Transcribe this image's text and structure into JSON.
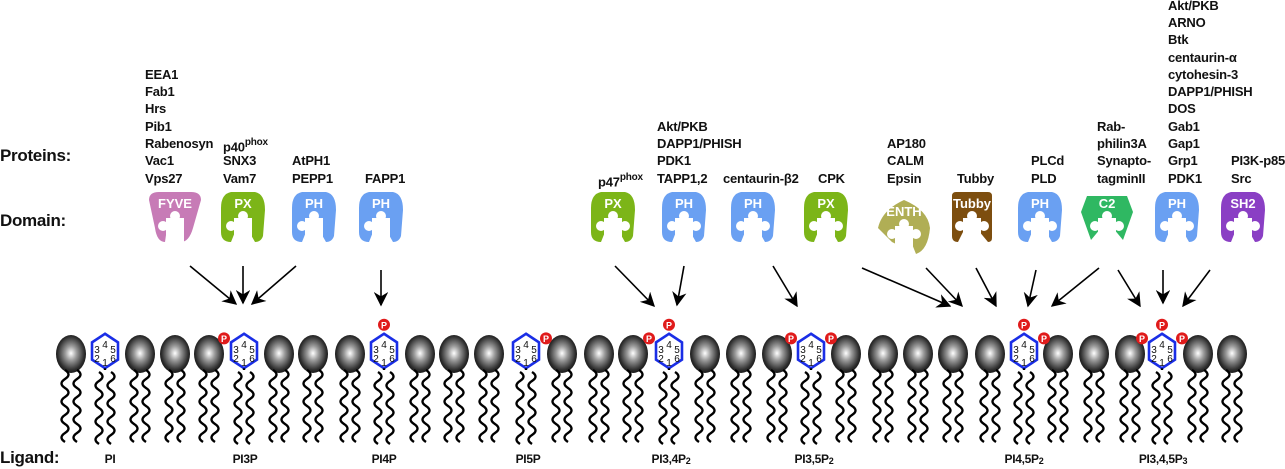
{
  "labels": {
    "proteins": "Proteins:",
    "domain": "Domain:",
    "ligand": "Ligand:"
  },
  "colors": {
    "FYVE": "#c77bb6",
    "PX": "#7cb518",
    "PH": "#6aa0f2",
    "ENTH": "#b0ae55",
    "Tubby": "#7d4e0f",
    "C2": "#2fb862",
    "SH2": "#8a3fc4",
    "ring": "#1a2ee6",
    "phosphate": "#e01b1b"
  },
  "domains": [
    {
      "id": "fyve",
      "label": "FYVE",
      "type": "FYVE",
      "proteins": [
        "EEA1",
        "Fab1",
        "Hrs",
        "Pib1",
        "Rabenosyn",
        "Vac1",
        "Vps27"
      ],
      "targets": [
        "PI3P"
      ]
    },
    {
      "id": "px1",
      "label": "PX",
      "type": "PX",
      "proteins": [
        "p40|phox",
        "SNX3",
        "Vam7"
      ],
      "targets": [
        "PI3P"
      ]
    },
    {
      "id": "ph1",
      "label": "PH",
      "type": "PH",
      "proteins": [
        "AtPH1",
        "PEPP1"
      ],
      "targets": [
        "PI3P"
      ]
    },
    {
      "id": "ph2",
      "label": "PH",
      "type": "PH",
      "proteins": [
        "FAPP1"
      ],
      "targets": [
        "PI4P"
      ]
    },
    {
      "id": "px2",
      "label": "PX",
      "type": "PX",
      "proteins": [
        "p47|phox"
      ],
      "targets": [
        "PI3,4P2"
      ]
    },
    {
      "id": "ph3",
      "label": "PH",
      "type": "PH",
      "proteins": [
        "Akt/PKB",
        "DAPP1/PHISH",
        "PDK1",
        "TAPP1,2"
      ],
      "targets": [
        "PI3,4P2"
      ]
    },
    {
      "id": "ph4",
      "label": "PH",
      "type": "PH",
      "proteins": [
        "centaurin-β2"
      ],
      "targets": [
        "PI3,5P2"
      ]
    },
    {
      "id": "px3",
      "label": "PX",
      "type": "PX",
      "proteins": [
        "CPK"
      ],
      "targets": [
        "PI4,5P2"
      ]
    },
    {
      "id": "enth",
      "label": "ENTH",
      "type": "ENTH",
      "proteins": [
        "AP180",
        "CALM",
        "Epsin"
      ],
      "targets": [
        "PI4,5P2"
      ]
    },
    {
      "id": "tubby",
      "label": "Tubby",
      "type": "Tubby",
      "proteins": [
        "Tubby"
      ],
      "targets": [
        "PI4,5P2"
      ]
    },
    {
      "id": "ph5",
      "label": "PH",
      "type": "PH",
      "proteins": [
        "PLCd",
        "PLD"
      ],
      "targets": [
        "PI4,5P2"
      ]
    },
    {
      "id": "c2",
      "label": "C2",
      "type": "C2",
      "proteins": [
        "Rab-",
        "philin3A",
        "Synapto-",
        "tagminII"
      ],
      "targets": [
        "PI4,5P2"
      ]
    },
    {
      "id": "ph6",
      "label": "PH",
      "type": "PH",
      "proteins": [
        "Akt/PKB",
        "ARNO",
        "Btk",
        "centaurin-α",
        "cytohesin-3",
        "DAPP1/PHISH",
        "DOS",
        "Gab1",
        "Gap1",
        "Grp1",
        "PDK1"
      ],
      "targets": [
        "PI3,4,5P3"
      ]
    },
    {
      "id": "sh2",
      "label": "SH2",
      "type": "SH2",
      "proteins": [
        "PI3K-p85",
        "Src"
      ],
      "targets": [
        "PI3,4,5P3"
      ]
    }
  ],
  "ligands": [
    {
      "name": "PI",
      "base": "PI",
      "sub": "",
      "phosphates": []
    },
    {
      "name": "PI3P",
      "base": "PI3P",
      "sub": "",
      "phosphates": [
        3
      ]
    },
    {
      "name": "PI4P",
      "base": "PI4P",
      "sub": "",
      "phosphates": [
        4
      ]
    },
    {
      "name": "PI5P",
      "base": "PI5P",
      "sub": "",
      "phosphates": [
        5
      ]
    },
    {
      "name": "PI3,4P2",
      "base": "PI3,4P",
      "sub": "2",
      "phosphates": [
        3,
        4
      ]
    },
    {
      "name": "PI3,5P2",
      "base": "PI3,5P",
      "sub": "2",
      "phosphates": [
        3,
        5
      ]
    },
    {
      "name": "PI4,5P2",
      "base": "PI4,5P",
      "sub": "2",
      "phosphates": [
        4,
        5
      ]
    },
    {
      "name": "PI3,4,5P3",
      "base": "PI3,4,5P",
      "sub": "3",
      "phosphates": [
        3,
        4,
        5
      ]
    }
  ],
  "ring_numbers": [
    "1",
    "2",
    "3",
    "4",
    "5",
    "6"
  ],
  "phosphate_symbol": "P"
}
